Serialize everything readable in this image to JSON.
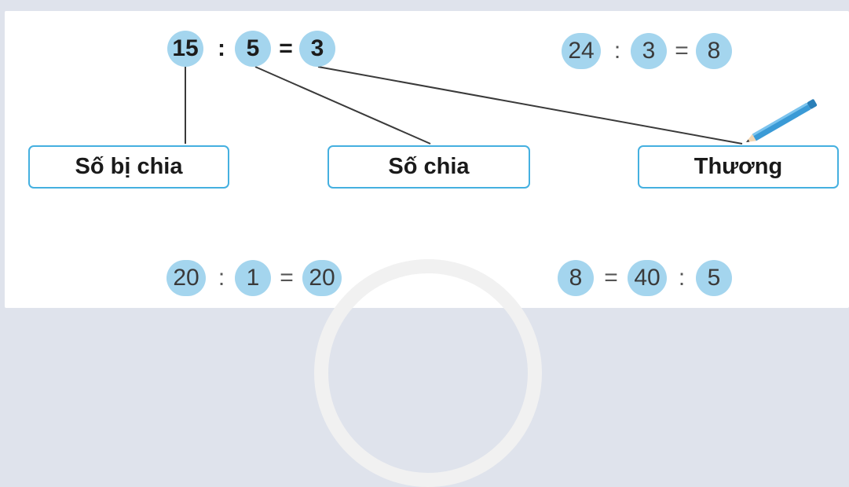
{
  "example": {
    "dividend": "15",
    "divide_sign": ":",
    "divisor": "5",
    "equals_sign": "=",
    "quotient": "3"
  },
  "labels": {
    "dividend": "Số bị chia",
    "divisor": "Số chia",
    "quotient": "Thương"
  },
  "exercise_1": {
    "a": "24",
    "op1": ":",
    "b": "3",
    "op2": "=",
    "c": "8"
  },
  "exercise_2": {
    "a": "20",
    "op1": ":",
    "b": "1",
    "op2": "=",
    "c": "20"
  },
  "exercise_3": {
    "a": "8",
    "op1": "=",
    "b": "40",
    "op2": ":",
    "c": "5"
  },
  "colors": {
    "circle_fill": "#a4d5ee",
    "box_border": "#45b0e0",
    "background": "#dfe3ec"
  },
  "icons": [
    "pencil-icon"
  ]
}
